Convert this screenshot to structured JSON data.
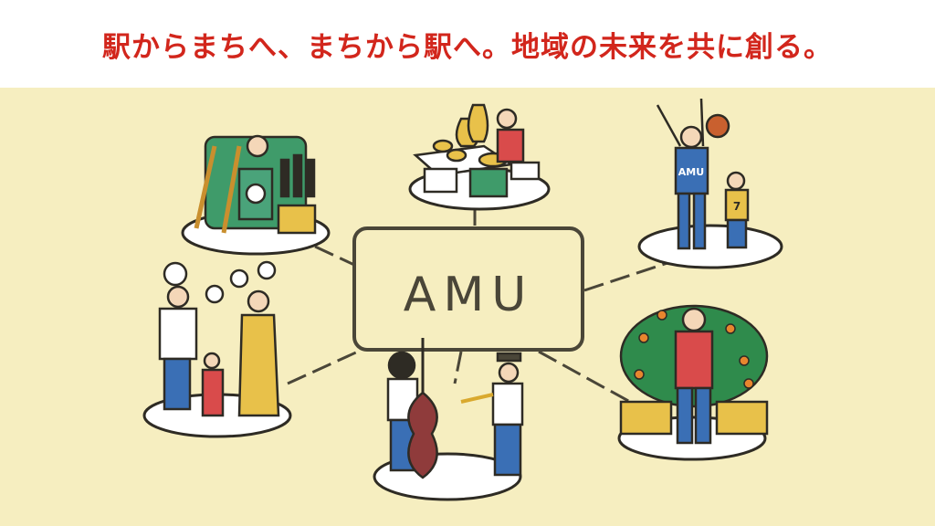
{
  "header": {
    "title": "駅からまちへ、まちから駅へ。地域の未来を共に創る。"
  },
  "diagram": {
    "center_label": "AMU",
    "scenes": [
      "sake-brewery",
      "pottery",
      "basketball",
      "summer-festival",
      "jazz-music",
      "orange-harvest"
    ],
    "basketball_shirt_text": "AMU",
    "child_shirt_number": "7"
  },
  "colors": {
    "title": "#d2261c",
    "background": "#f6eec0",
    "ink": "#4a4638"
  }
}
